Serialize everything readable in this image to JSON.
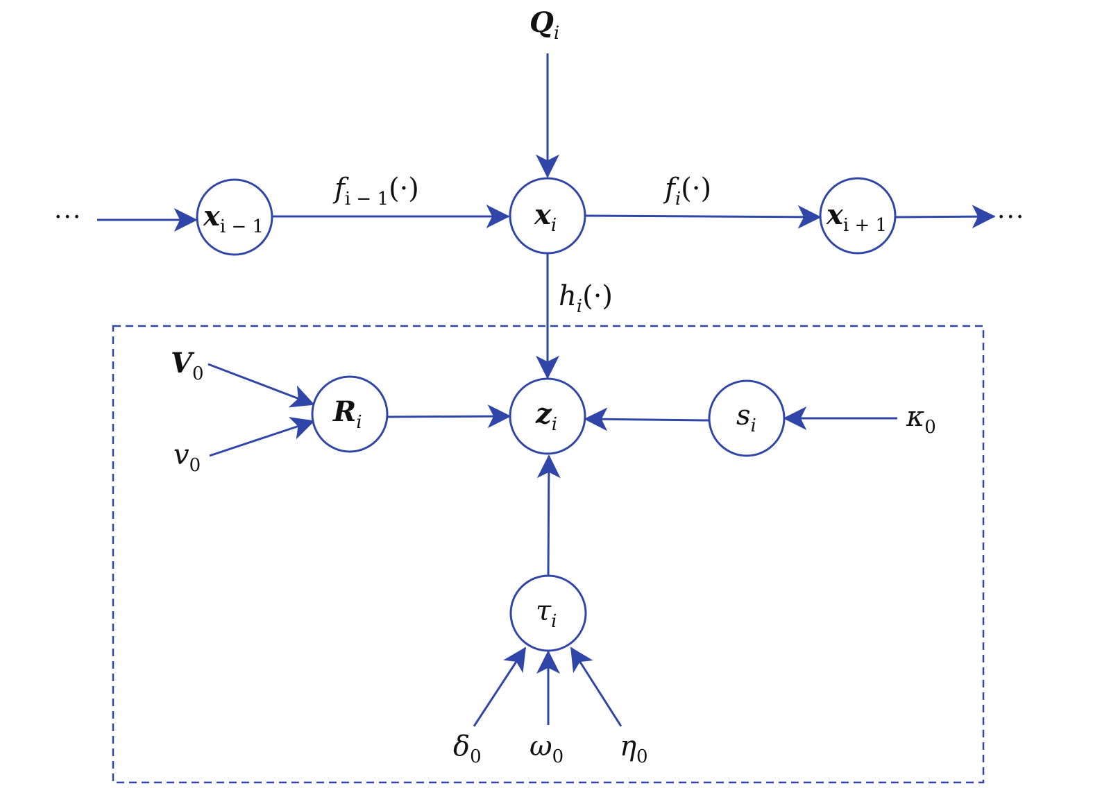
{
  "diagram": {
    "nodes": {
      "x_prev": {
        "sym": "x",
        "sub": "i − 1"
      },
      "x_cur": {
        "sym": "x",
        "sub": "i"
      },
      "x_next": {
        "sym": "x",
        "sub": "i + 1"
      },
      "r": {
        "sym": "R",
        "sub": "i"
      },
      "z": {
        "sym": "z",
        "sub": "i"
      },
      "s": {
        "sym": "s",
        "sub": "i"
      },
      "tau": {
        "sym": "τ",
        "sub": "i"
      }
    },
    "inputs": {
      "q": {
        "sym": "Q",
        "sub": "i"
      },
      "v_cap": {
        "sym": "V",
        "sub": "0"
      },
      "v_low": {
        "sym": "v",
        "sub": "0"
      },
      "kappa": {
        "sym": "κ",
        "sub": "0"
      },
      "delta": {
        "sym": "δ",
        "sub": "0"
      },
      "omega": {
        "sym": "ω",
        "sub": "0"
      },
      "eta": {
        "sym": "η",
        "sub": "0"
      }
    },
    "edge_labels": {
      "f_prev": {
        "sym": "f",
        "sub": "i − 1",
        "arg": "(·)"
      },
      "f_cur": {
        "sym": "f",
        "sub": "i",
        "arg": "(·)"
      },
      "h": {
        "sym": "h",
        "sub": "i",
        "arg": "(·)"
      }
    },
    "ellipsis_left": "···",
    "ellipsis_right": "···",
    "colors": {
      "stroke": "#2f46a8",
      "text": "#111111"
    }
  }
}
